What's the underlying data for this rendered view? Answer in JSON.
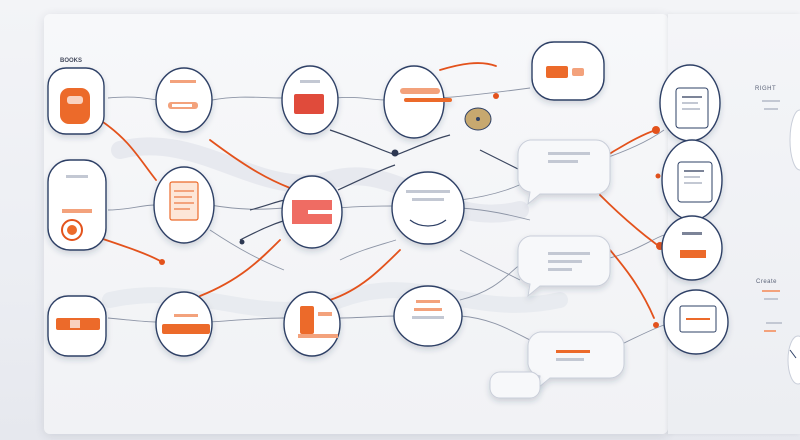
{
  "labels": {
    "corner_label": "BOOKS",
    "side_top": "RIGHT",
    "side_mid": "Create"
  }
}
